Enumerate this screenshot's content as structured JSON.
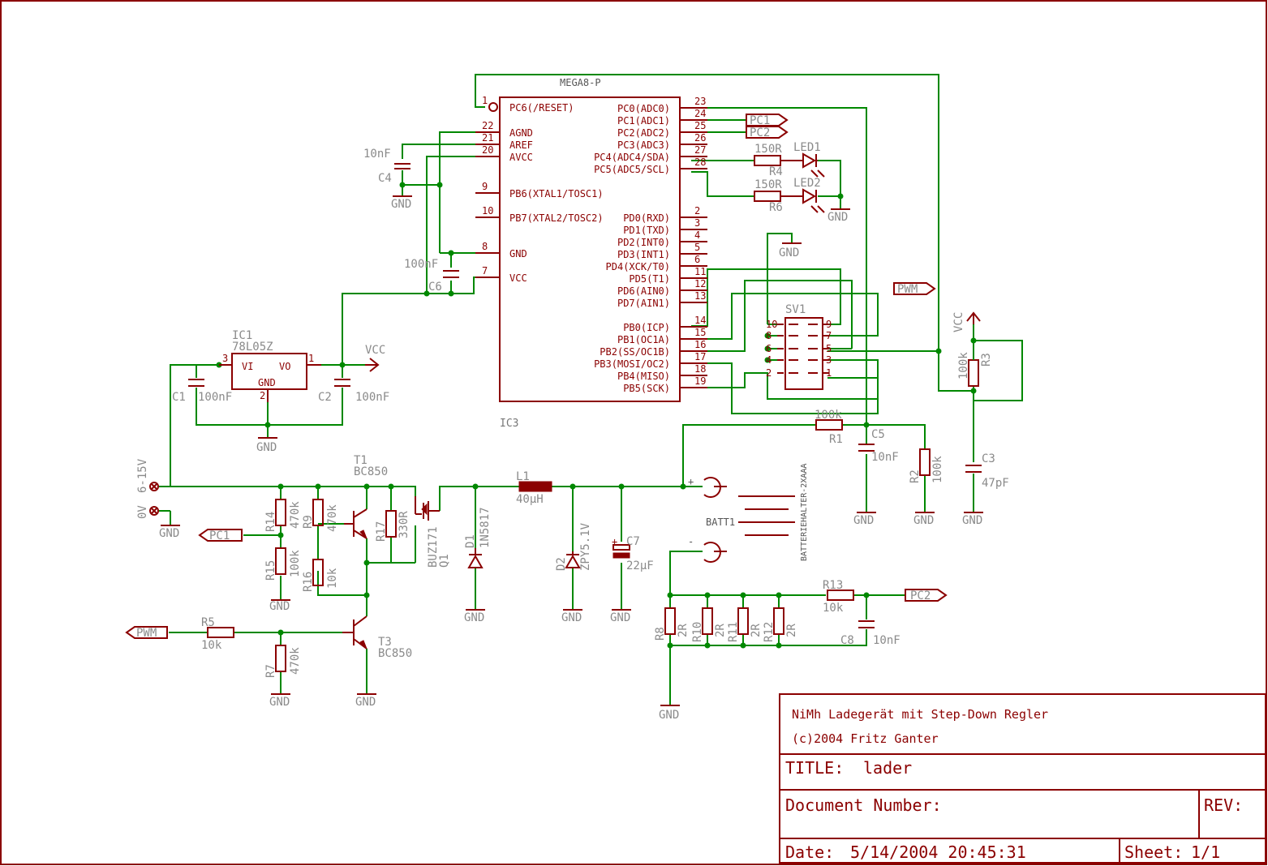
{
  "ic3": {
    "name": "IC3",
    "value": "MEGA8-P",
    "left_pins": [
      {
        "num": "1",
        "label": "PC6(/RESET)"
      },
      {
        "num": "22",
        "label": "AGND"
      },
      {
        "num": "21",
        "label": "AREF"
      },
      {
        "num": "20",
        "label": "AVCC"
      },
      {
        "num": "9",
        "label": "PB6(XTAL1/TOSC1)"
      },
      {
        "num": "10",
        "label": "PB7(XTAL2/TOSC2)"
      },
      {
        "num": "8",
        "label": "GND"
      },
      {
        "num": "7",
        "label": "VCC"
      }
    ],
    "right_pins": [
      {
        "num": "23",
        "label": "PC0(ADC0)"
      },
      {
        "num": "24",
        "label": "PC1(ADC1)"
      },
      {
        "num": "25",
        "label": "PC2(ADC2)"
      },
      {
        "num": "26",
        "label": "PC3(ADC3)"
      },
      {
        "num": "27",
        "label": "PC4(ADC4/SDA)"
      },
      {
        "num": "28",
        "label": "PC5(ADC5/SCL)"
      },
      {
        "num": "2",
        "label": "PD0(RXD)"
      },
      {
        "num": "3",
        "label": "PD1(TXD)"
      },
      {
        "num": "4",
        "label": "PD2(INT0)"
      },
      {
        "num": "5",
        "label": "PD3(INT1)"
      },
      {
        "num": "6",
        "label": "PD4(XCK/T0)"
      },
      {
        "num": "11",
        "label": "PD5(T1)"
      },
      {
        "num": "12",
        "label": "PD6(AIN0)"
      },
      {
        "num": "13",
        "label": "PD7(AIN1)"
      },
      {
        "num": "14",
        "label": "PB0(ICP)"
      },
      {
        "num": "15",
        "label": "PB1(OC1A)"
      },
      {
        "num": "16",
        "label": "PB2(SS/OC1B)"
      },
      {
        "num": "17",
        "label": "PB3(MOSI/OC2)"
      },
      {
        "num": "18",
        "label": "PB4(MISO)"
      },
      {
        "num": "19",
        "label": "PB5(SCK)"
      }
    ]
  },
  "ic1": {
    "name": "IC1",
    "value": "78L05Z",
    "vi": "VI",
    "vo": "VO",
    "gnd": "GND",
    "pin_in": "3",
    "pin_out": "1",
    "pin_gnd": "2"
  },
  "sv1": {
    "name": "SV1",
    "pins_left": [
      "10",
      "8",
      "6",
      "4",
      "2"
    ],
    "pins_right": [
      "9",
      "7",
      "5",
      "3",
      "1"
    ]
  },
  "components": [
    {
      "id": "c4",
      "name": "C4",
      "value": "10nF"
    },
    {
      "id": "c6",
      "name": "C6",
      "value": "100nF"
    },
    {
      "id": "c1",
      "name": "C1",
      "value": "100nF"
    },
    {
      "id": "c2",
      "name": "C2",
      "value": "100nF"
    },
    {
      "id": "r4",
      "name": "R4",
      "value": "150R"
    },
    {
      "id": "r6",
      "name": "R6",
      "value": "150R"
    },
    {
      "id": "led1",
      "name": "LED1",
      "value": ""
    },
    {
      "id": "led2",
      "name": "LED2",
      "value": ""
    },
    {
      "id": "r1",
      "name": "R1",
      "value": "100k"
    },
    {
      "id": "c5",
      "name": "C5",
      "value": "10nF"
    },
    {
      "id": "r2",
      "name": "R2",
      "value": "100k"
    },
    {
      "id": "r3",
      "name": "R3",
      "value": "100k"
    },
    {
      "id": "c3",
      "name": "C3",
      "value": "47pF"
    },
    {
      "id": "t1",
      "name": "T1",
      "value": "BC850"
    },
    {
      "id": "r14",
      "name": "R14",
      "value": "470k"
    },
    {
      "id": "r15",
      "name": "R15",
      "value": "100k"
    },
    {
      "id": "r9",
      "name": "R9",
      "value": "470k"
    },
    {
      "id": "r16",
      "name": "R16",
      "value": "10k"
    },
    {
      "id": "r17",
      "name": "R17",
      "value": "330R"
    },
    {
      "id": "q1",
      "name": "Q1",
      "value": "BUZ171"
    },
    {
      "id": "d1",
      "name": "D1",
      "value": "1N5817"
    },
    {
      "id": "l1",
      "name": "L1",
      "value": "40µH"
    },
    {
      "id": "d2",
      "name": "D2",
      "value": "ZPY5.1V"
    },
    {
      "id": "c7",
      "name": "C7",
      "value": "22µF"
    },
    {
      "id": "batt1",
      "name": "BATT1",
      "value": "BATTERIEHALTER-2XAAA"
    },
    {
      "id": "r5",
      "name": "R5",
      "value": "10k"
    },
    {
      "id": "r7",
      "name": "R7",
      "value": "470k"
    },
    {
      "id": "t3",
      "name": "T3",
      "value": "BC850"
    },
    {
      "id": "r8",
      "name": "R8",
      "value": "2R"
    },
    {
      "id": "r10",
      "name": "R10",
      "value": "2R"
    },
    {
      "id": "r11",
      "name": "R11",
      "value": "2R"
    },
    {
      "id": "r12",
      "name": "R12",
      "value": "2R"
    },
    {
      "id": "r13",
      "name": "R13",
      "value": "10k"
    },
    {
      "id": "c8",
      "name": "C8",
      "value": "10nF"
    }
  ],
  "nets": {
    "gnd": "GND",
    "vcc": "VCC",
    "pc1": "PC1",
    "pc2": "PC2",
    "pwm": "PWM",
    "input_pos": "6-15V",
    "input_neg": "0V",
    "plus": "+",
    "minus": "-"
  },
  "title_block": {
    "line1": "NiMh Ladegerät mit Step-Down Regler",
    "line2": "(c)2004 Fritz Ganter",
    "title_label": "TITLE:",
    "title_value": "lader",
    "doc_label": "Document Number:",
    "rev_label": "REV:",
    "date_label": "Date:",
    "date_value": "5/14/2004 20:45:31",
    "sheet_label": "Sheet:",
    "sheet_value": "1/1"
  },
  "colors": {
    "wire": "#008800",
    "part": "#8b0000",
    "label": "#8a8a8a"
  }
}
